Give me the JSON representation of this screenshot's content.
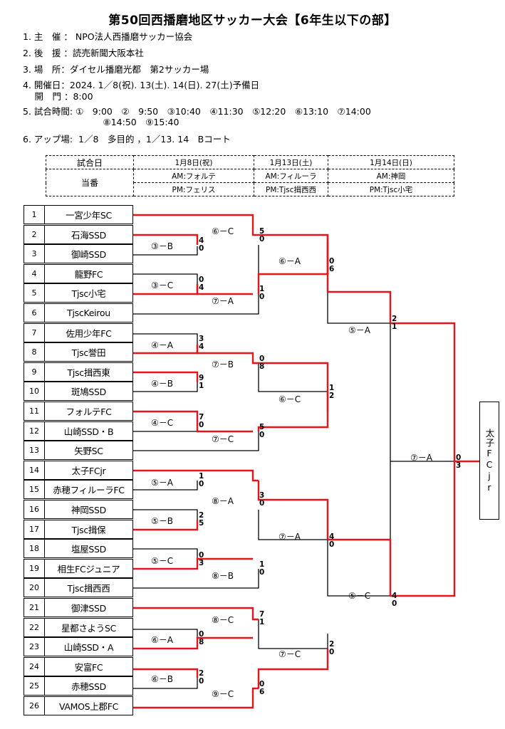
{
  "title": "第50回西播磨地区サッカー大会【6年生以下の部】",
  "info": [
    "1. 主　催 ： NPO法人西播磨サッカー協会",
    "2. 後　援 ：読売新聞大阪本社",
    "3. 場　所：ダイセル播磨光都　第2サッカー場",
    "4. 開催日：2024. 1／8(祝). 13(土). 14(日). 27(土)予備日",
    "　 開　門 ：8:00",
    "5. 試合時間: ①　9:00　②　9:50　③10:40　④11:30　⑤12:20　⑥13:10　⑦14:00",
    "　　　　　　　　　⑧14:50　⑨15:40",
    "6. アップ場:  1／8　多目的 ，1／13. 14　Bコート"
  ],
  "schedule": {
    "header": "試合日",
    "duty": "当番",
    "days": [
      {
        "date": "1月8日(祝)",
        "am": "AM:フォルテ",
        "pm": "PM:フェリス"
      },
      {
        "date": "1月13日(土)",
        "am": "AM:フィルーラ",
        "pm": "PM:Tjsc揖西西"
      },
      {
        "date": "1月14日(日)",
        "am": "AM:神岡",
        "pm": "PM:Tjsc小宅"
      }
    ]
  },
  "teams": [
    {
      "num": "1",
      "name": "一宮少年SC"
    },
    {
      "num": "2",
      "name": "石海SSD"
    },
    {
      "num": "3",
      "name": "御崎SSD"
    },
    {
      "num": "4",
      "name": "龍野FC"
    },
    {
      "num": "5",
      "name": "Tjsc小宅"
    },
    {
      "num": "6",
      "name": "TjscKeirou"
    },
    {
      "num": "7",
      "name": "佐用少年FC"
    },
    {
      "num": "8",
      "name": "Tjsc誉田"
    },
    {
      "num": "9",
      "name": "Tjsc揖西東"
    },
    {
      "num": "10",
      "name": "斑鳩SSD"
    },
    {
      "num": "11",
      "name": "フォルテFC"
    },
    {
      "num": "12",
      "name": "山崎SSD・B"
    },
    {
      "num": "13",
      "name": "矢野SC"
    },
    {
      "num": "14",
      "name": "太子FCjr"
    },
    {
      "num": "15",
      "name": "赤穂フィルーラFC"
    },
    {
      "num": "16",
      "name": "神岡SSD"
    },
    {
      "num": "17",
      "name": "Tjsc揖保"
    },
    {
      "num": "18",
      "name": "塩屋SSD"
    },
    {
      "num": "19",
      "name": "相生FCジュニア"
    },
    {
      "num": "20",
      "name": "Tjsc揖西西"
    },
    {
      "num": "21",
      "name": "御津SSD"
    },
    {
      "num": "22",
      "name": "星都さようSC"
    },
    {
      "num": "23",
      "name": "山崎SSD・A"
    },
    {
      "num": "24",
      "name": "安富FC"
    },
    {
      "num": "25",
      "name": "赤穂SSD"
    },
    {
      "num": "26",
      "name": "VAMOS上郡FC"
    }
  ],
  "champion": "太子FCjr",
  "matches": {
    "r1_2_3": {
      "label": "③－B",
      "scores": [
        "4",
        "0"
      ]
    },
    "r1_4_5": {
      "label": "③－C",
      "scores": [
        "0",
        "4"
      ]
    },
    "r1_7_8": {
      "label": "④－A",
      "scores": [
        "3",
        "4"
      ]
    },
    "r1_9_10": {
      "label": "④－B",
      "scores": [
        "9",
        "1"
      ]
    },
    "r1_11_12": {
      "label": "④－C",
      "scores": [
        "7",
        "0"
      ]
    },
    "r1_14_15": {
      "label": "⑤－A",
      "scores": [
        "1",
        "0"
      ]
    },
    "r1_16_17": {
      "label": "⑤－B",
      "scores": [
        "2",
        "5"
      ]
    },
    "r1_18_19": {
      "label": "⑤－C",
      "scores": [
        "0",
        "3"
      ]
    },
    "r1_22_23": {
      "label": "⑥－A",
      "scores": [
        "0",
        "8"
      ]
    },
    "r1_24_25": {
      "label": "⑥－B",
      "scores": [
        "2",
        "0"
      ]
    },
    "r2_a": {
      "label": "⑥－C",
      "scores": [
        "5",
        "0"
      ]
    },
    "r2_b": {
      "label": "⑦－A",
      "scores": [
        "1",
        "0"
      ]
    },
    "r2_c": {
      "label": "⑦－B",
      "scores": [
        "0",
        "8"
      ]
    },
    "r2_d": {
      "label": "⑦－C",
      "scores": [
        "5",
        "0"
      ]
    },
    "r2_e": {
      "label": "⑧－A",
      "scores": [
        "3",
        "0"
      ]
    },
    "r2_f": {
      "label": "⑧－B",
      "scores": [
        "1",
        "0"
      ]
    },
    "r2_g": {
      "label": "⑧－C",
      "scores": [
        "7",
        "1"
      ]
    },
    "r2_h": {
      "label": "⑨－C",
      "scores": [
        "0",
        "6"
      ]
    },
    "r3_a": {
      "label": "⑥－A",
      "scores": [
        "0",
        "6"
      ]
    },
    "r3_b": {
      "label": "⑥－C",
      "scores": [
        "1",
        "2"
      ]
    },
    "r3_c": {
      "label": "⑦－A",
      "scores": [
        "4",
        "0"
      ]
    },
    "r3_d": {
      "label": "⑦－C",
      "scores": [
        "2",
        "0"
      ]
    },
    "sf_a": {
      "label": "⑤－A",
      "scores": [
        "2",
        "1"
      ]
    },
    "sf_b": {
      "label": "⑤－C",
      "scores": [
        "4",
        "0"
      ]
    },
    "final": {
      "label": "⑦－A",
      "scores": [
        "0",
        "3"
      ]
    }
  },
  "colors": {
    "winner_line": "#e8141c",
    "line": "#000000"
  }
}
